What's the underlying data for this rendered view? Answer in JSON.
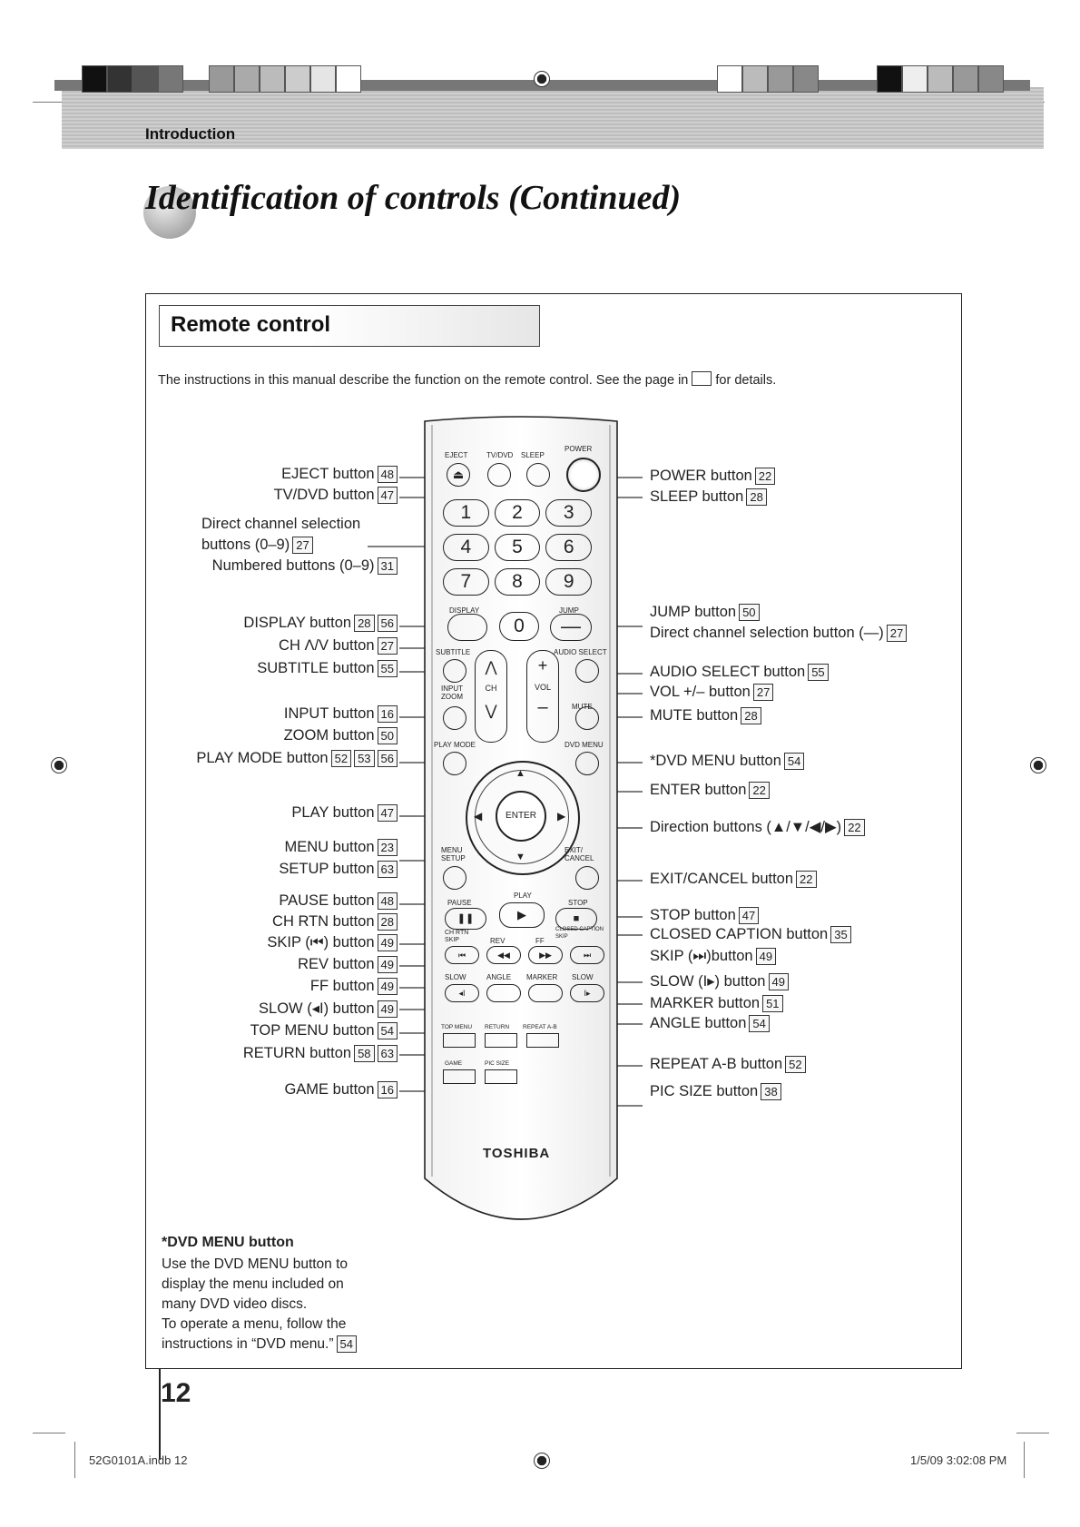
{
  "header": {
    "section": "Introduction",
    "chapter_title": "Identification of controls (Continued)"
  },
  "panel": {
    "title": "Remote control",
    "intro_before": "The instructions in this manual describe the function on the remote control. See the page in",
    "intro_after": "for details."
  },
  "remote": {
    "brand": "TOSHIBA",
    "keys": {
      "eject": "EJECT",
      "tvdvd": "TV/DVD",
      "sleep": "SLEEP",
      "power": "POWER",
      "display": "DISPLAY",
      "jump": "JUMP",
      "subtitle": "SUBTITLE",
      "audio_select": "AUDIO SELECT",
      "input_zoom": "INPUT ZOOM",
      "ch": "CH",
      "vol": "VOL",
      "mute": "MUTE",
      "play_mode": "PLAY MODE",
      "dvd_menu": "DVD MENU",
      "enter": "ENTER",
      "menu_setup": "MENU SETUP",
      "exit_cancel": "EXIT/ CANCEL",
      "pause": "PAUSE",
      "play": "PLAY",
      "stop": "STOP",
      "ch_rtn_skip": "CH RTN SKIP",
      "rev": "REV",
      "ff": "FF",
      "closed_caption_skip": "CLOSED CAPTION SKIP",
      "slow": "SLOW",
      "angle": "ANGLE",
      "marker": "MARKER",
      "slow2": "SLOW",
      "top_menu": "TOP MENU",
      "return": "RETURN",
      "repeat_ab": "REPEAT A-B",
      "game": "GAME",
      "pic_size": "PIC SIZE",
      "digits": [
        "1",
        "2",
        "3",
        "4",
        "5",
        "6",
        "7",
        "8",
        "9",
        "0"
      ]
    }
  },
  "left_labels": [
    {
      "text": "EJECT button",
      "pages": [
        "48"
      ]
    },
    {
      "text": "TV/DVD button",
      "pages": [
        "47"
      ]
    },
    {
      "text": "Direct channel selection",
      "pages": []
    },
    {
      "text": "buttons (0–9)",
      "pages": [
        "27"
      ]
    },
    {
      "text": "Numbered buttons (0–9)",
      "pages": [
        "31"
      ]
    },
    {
      "text": "DISPLAY button",
      "pages": [
        "28",
        "56"
      ]
    },
    {
      "text": "CH Λ/V button",
      "pages": [
        "27"
      ]
    },
    {
      "text": "SUBTITLE button",
      "pages": [
        "55"
      ]
    },
    {
      "text": "INPUT button",
      "pages": [
        "16"
      ]
    },
    {
      "text": "ZOOM button",
      "pages": [
        "50"
      ]
    },
    {
      "text": "PLAY MODE button",
      "pages": [
        "52",
        "53",
        "56"
      ]
    },
    {
      "text": "PLAY button",
      "pages": [
        "47"
      ]
    },
    {
      "text": "MENU button",
      "pages": [
        "23"
      ]
    },
    {
      "text": "SETUP button",
      "pages": [
        "63"
      ]
    },
    {
      "text": "PAUSE button",
      "pages": [
        "48"
      ]
    },
    {
      "text": "CH RTN button",
      "pages": [
        "28"
      ]
    },
    {
      "text": "SKIP (⏮) button",
      "pages": [
        "49"
      ]
    },
    {
      "text": "REV button",
      "pages": [
        "49"
      ]
    },
    {
      "text": "FF button",
      "pages": [
        "49"
      ]
    },
    {
      "text": "SLOW (◂I) button",
      "pages": [
        "49"
      ]
    },
    {
      "text": "TOP MENU button",
      "pages": [
        "54"
      ]
    },
    {
      "text": "RETURN button",
      "pages": [
        "58",
        "63"
      ]
    },
    {
      "text": "GAME button",
      "pages": [
        "16"
      ]
    }
  ],
  "right_labels": [
    {
      "text": "POWER button",
      "pages": [
        "22"
      ]
    },
    {
      "text": "SLEEP button",
      "pages": [
        "28"
      ]
    },
    {
      "text": "JUMP button",
      "pages": [
        "50"
      ]
    },
    {
      "text": "Direct channel selection button (—)",
      "pages": [
        "27"
      ]
    },
    {
      "text": "AUDIO SELECT button",
      "pages": [
        "55"
      ]
    },
    {
      "text": "VOL +/– button",
      "pages": [
        "27"
      ]
    },
    {
      "text": "MUTE button",
      "pages": [
        "28"
      ]
    },
    {
      "text": "*DVD MENU button",
      "pages": [
        "54"
      ]
    },
    {
      "text": "ENTER button",
      "pages": [
        "22"
      ]
    },
    {
      "text": "Direction buttons (▲/▼/◀/▶)",
      "pages": [
        "22"
      ]
    },
    {
      "text": "EXIT/CANCEL button",
      "pages": [
        "22"
      ]
    },
    {
      "text": "STOP button",
      "pages": [
        "47"
      ]
    },
    {
      "text": "CLOSED CAPTION button",
      "pages": [
        "35"
      ]
    },
    {
      "text": "SKIP (⏭)button",
      "pages": [
        "49"
      ]
    },
    {
      "text": "SLOW (I▸) button",
      "pages": [
        "49"
      ]
    },
    {
      "text": "MARKER button",
      "pages": [
        "51"
      ]
    },
    {
      "text": "ANGLE button",
      "pages": [
        "54"
      ]
    },
    {
      "text": "REPEAT A-B button",
      "pages": [
        "52"
      ]
    },
    {
      "text": "PIC SIZE button",
      "pages": [
        "38"
      ]
    }
  ],
  "note": {
    "heading": "*DVD MENU button",
    "lines": [
      "Use the DVD MENU button to",
      "display the menu included on",
      "many DVD video discs.",
      "To operate a menu, follow the",
      "instructions in “DVD menu.”"
    ],
    "page": "54"
  },
  "page_number": "12",
  "footer": {
    "file": "52G0101A.indb 12",
    "stamp": "1/5/09 3:02:08 PM"
  }
}
